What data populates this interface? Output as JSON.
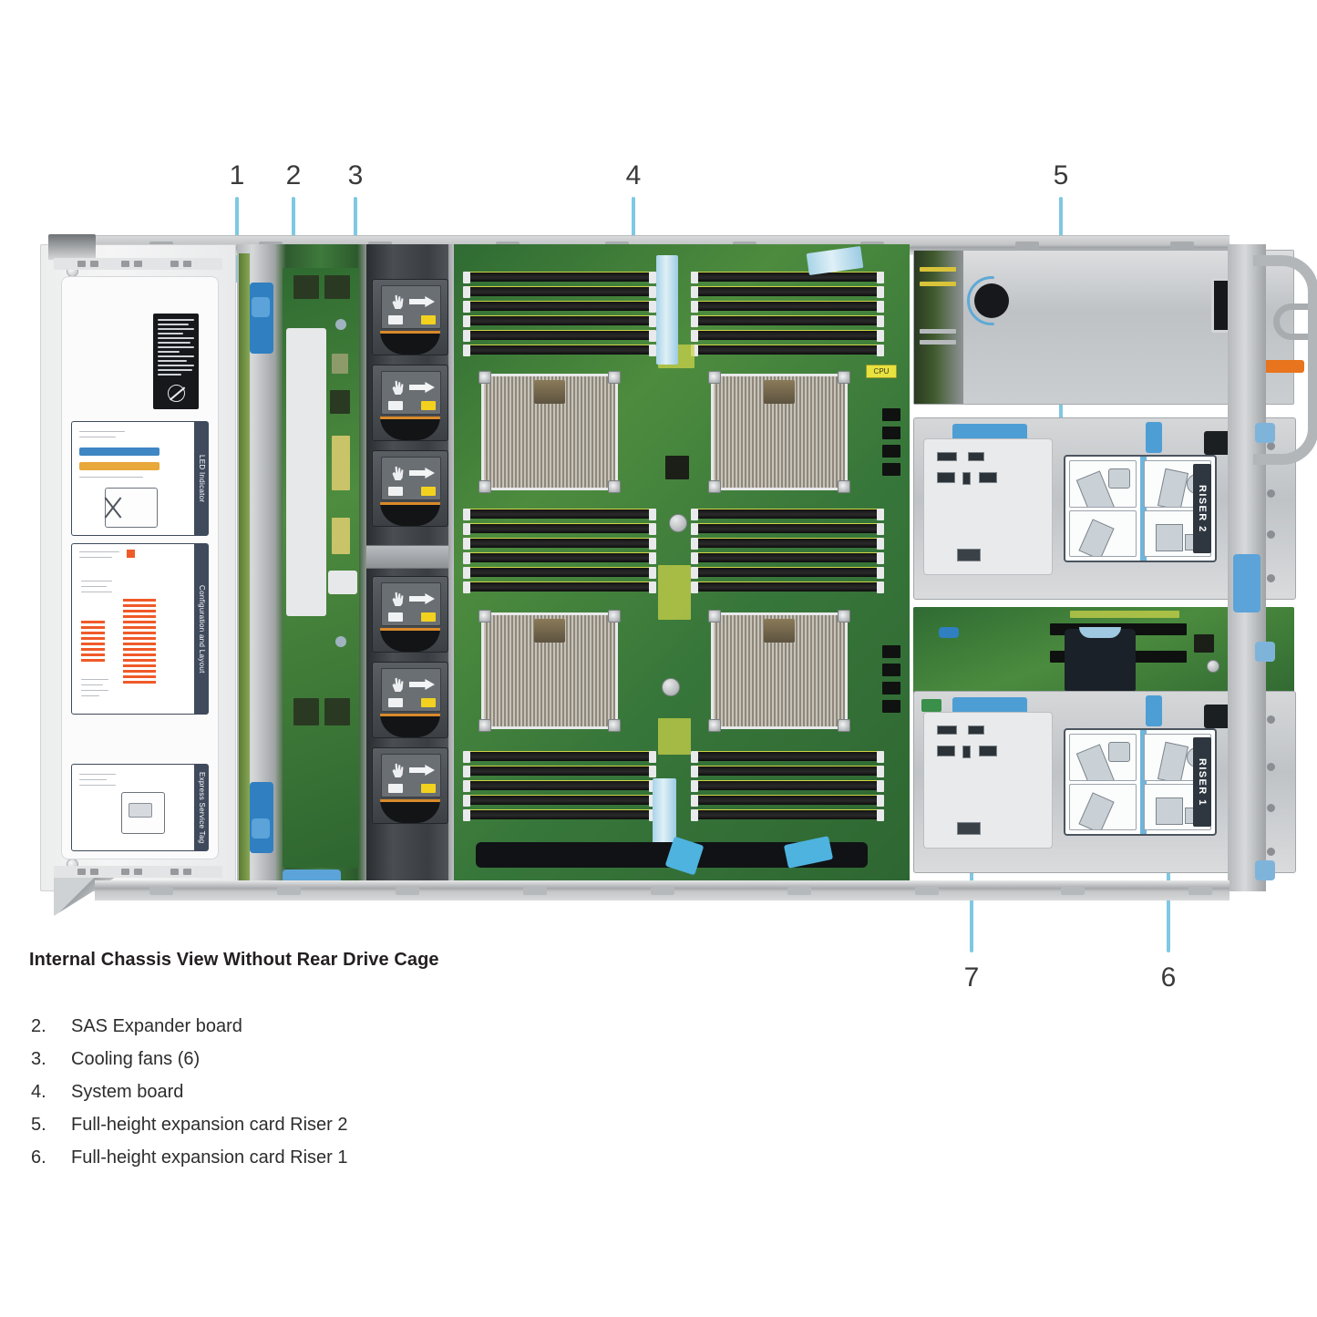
{
  "figure": {
    "caption": "Internal Chassis View Without Rear Drive Cage",
    "callouts": [
      {
        "id": "1",
        "label": "1"
      },
      {
        "id": "2",
        "label": "2"
      },
      {
        "id": "3",
        "label": "3"
      },
      {
        "id": "4",
        "label": "4"
      },
      {
        "id": "5",
        "label": "5"
      },
      {
        "id": "6",
        "label": "6"
      },
      {
        "id": "7",
        "label": "7"
      }
    ],
    "leader_line_color": "#7ec8e3",
    "hardware_text": {
      "riser2_tab": "RISER 2",
      "riser1_tab": "RISER 1",
      "cpu_tag": "CPU",
      "svc_label_led": "LED Indicator",
      "svc_label_config": "Configuration and Layout",
      "svc_label_tag": "Express Service Tag"
    }
  },
  "legend": {
    "items": [
      {
        "num": "2.",
        "text": "SAS Expander board"
      },
      {
        "num": "3.",
        "text": "Cooling fans (6)"
      },
      {
        "num": "4.",
        "text": "System board"
      },
      {
        "num": "5.",
        "text": "Full-height expansion card Riser 2"
      },
      {
        "num": "6.",
        "text": "Full-height expansion card Riser 1"
      }
    ]
  }
}
